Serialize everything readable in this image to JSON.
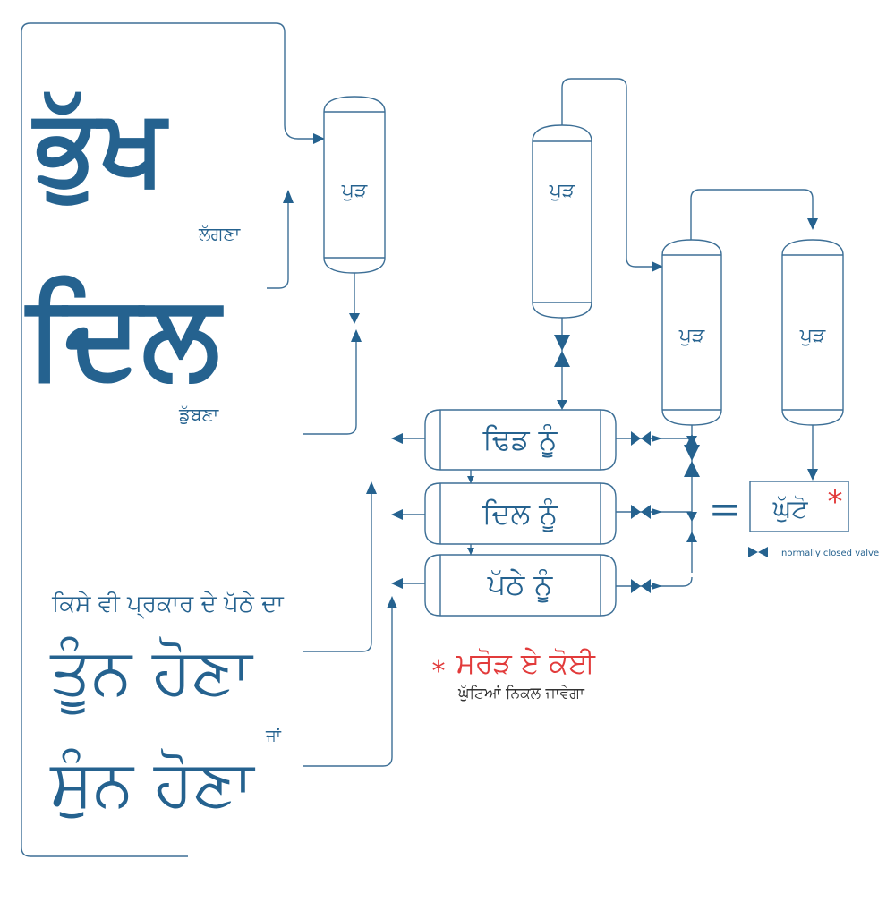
{
  "left_text": {
    "big_word_1": "ਭੁੱਖ",
    "small_word_1": "ਲੱਗਣਾ",
    "big_word_2": "ਦਿਲ",
    "small_word_2": "ਡੁੱਬਣਾ",
    "phrase": "ਕਿਸੇ ਵੀ ਪ੍ਰਕਾਰ ਦੇ ਪੱਠੇ ਦਾ",
    "big_word_3": "ਤੂੰਨ ਹੋਣਾ",
    "connector": "ਜਾਂ",
    "big_word_4": "ਸੁੰਨ ਹੋਣਾ"
  },
  "columns": {
    "column_1": "ਪੁੜ",
    "column_2": "ਪੁੜ",
    "column_3": "ਪੁੜ",
    "column_4": "ਪੁੜ"
  },
  "drums": {
    "drum_1": "ਢਿਡ ਨੂੰ",
    "drum_2": "ਦਿਲ ਨੂੰ",
    "drum_3": "ਪੱਠੇ ਨੂੰ"
  },
  "equals_sign": "=",
  "result_box": {
    "label": "ਘੁੱਟੋ",
    "asterisk": "*"
  },
  "legend": {
    "label": "normally closed valve"
  },
  "footnote": {
    "asterisk": "*",
    "title": "ਮਰੋੜ ਏ ਕੋਈ",
    "subtitle": "ਘੁੱਟਿਆਂ ਨਿਕਲ ਜਾਵੇਗਾ"
  },
  "colors": {
    "primary_blue": "#25628f",
    "line_blue": "#3d6f96",
    "accent_red": "#e23b3b",
    "background": "#ffffff"
  }
}
